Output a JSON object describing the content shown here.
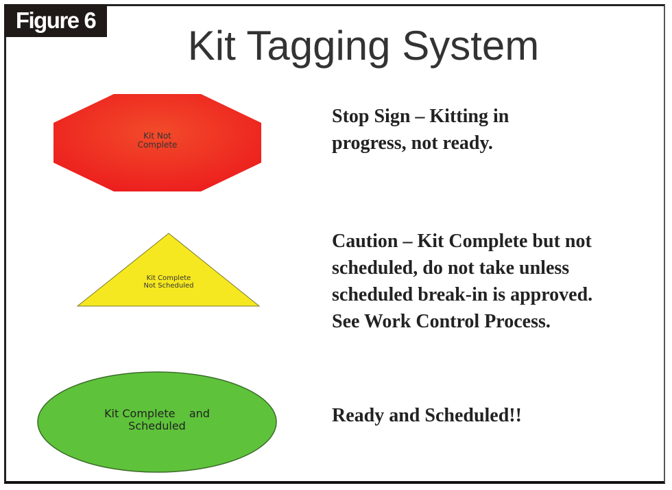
{
  "figure_label": "Figure 6",
  "title": "Kit Tagging System",
  "tags": [
    {
      "shape": "octagon",
      "color": "#ef2a1f",
      "label": "Kit Not\nComplete",
      "description": "Stop Sign – Kitting in\nprogress, not ready."
    },
    {
      "shape": "triangle",
      "color": "#f6e820",
      "label": "Kit Complete\nNot Scheduled",
      "description": "Caution – Kit Complete but not\nscheduled, do not take unless\nscheduled break-in is approved.\nSee Work Control Process."
    },
    {
      "shape": "ellipse",
      "color": "#5ec33a",
      "label": "Kit Complete    and\nScheduled",
      "description": "Ready and Scheduled!!"
    }
  ]
}
